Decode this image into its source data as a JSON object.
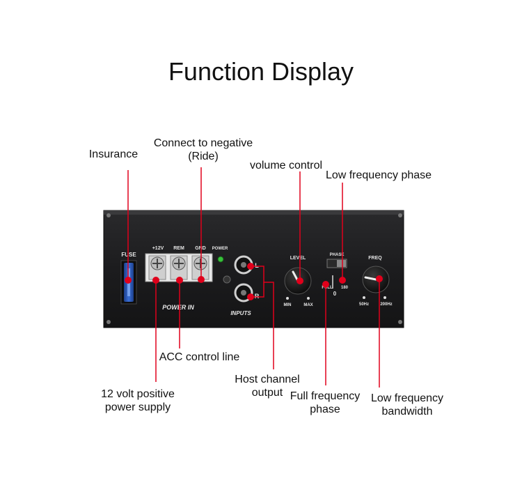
{
  "title": "Function Display",
  "callouts": {
    "insurance": "Insurance",
    "negative_line1": "Connect to negative",
    "negative_line2": "(Ride)",
    "volume": "volume control",
    "low_phase": "Low frequency phase",
    "acc": "ACC control line",
    "power_line1": "12 volt positive",
    "power_line2": "power supply",
    "host_line1": "Host channel",
    "host_line2": "output",
    "full_line1": "Full frequency",
    "full_line2": "phase",
    "bandwidth_line1": "Low frequency",
    "bandwidth_line2": "bandwidth"
  },
  "panel": {
    "fuse": "FUSE",
    "plus12v": "+12V",
    "rem": "REM",
    "gnd": "GND",
    "power": "POWER",
    "power_in": "POWER IN",
    "inputs": "INPUTS",
    "left": "L",
    "right": "R",
    "level": "LEVEL",
    "min": "MIN",
    "max": "MAX",
    "phase": "PHASE",
    "full": "FULL",
    "p180": "180",
    "zero": "0",
    "freq": "FREQ",
    "hz50": "50Hz",
    "hz200": "200Hz"
  },
  "colors": {
    "panel": "#1c1c1e",
    "marker": "#e0001b",
    "led": "#37c23a"
  }
}
